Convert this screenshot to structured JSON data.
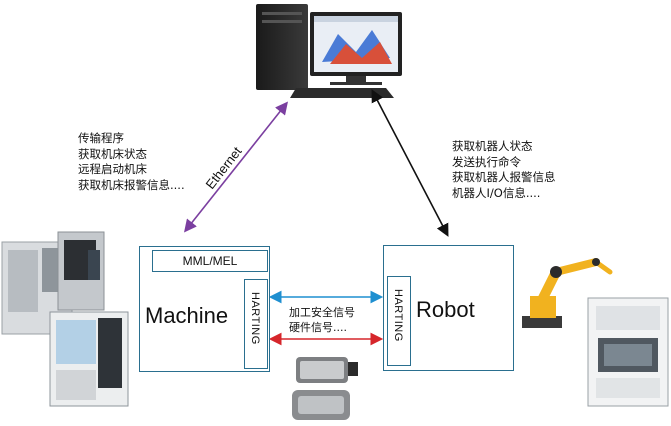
{
  "ethernet_label": "Ethernet",
  "machine_functions": [
    "传输程序",
    "获取机床状态",
    "远程启动机床",
    "获取机床报警信息...."
  ],
  "robot_functions": [
    "获取机器人状态",
    "发送执行命令",
    "获取机器人报警信息",
    "机器人I/O信息...."
  ],
  "machine_box": {
    "label": "Machine",
    "subbox": "MML/MEL",
    "connector": "HARTING"
  },
  "robot_box": {
    "label": "Robot",
    "connector": "HARTING"
  },
  "signals": [
    "加工安全信号",
    "硬件信号...."
  ],
  "colors": {
    "box_border": "#2a6f8f",
    "ethernet_arrow": "#7b3fa0",
    "blue_arrow": "#1f8fd0",
    "red_arrow": "#d6262b",
    "black_arrow": "#111111"
  }
}
